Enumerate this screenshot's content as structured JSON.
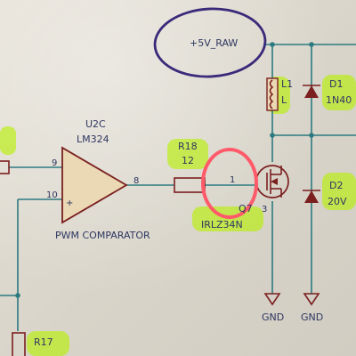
{
  "schematic": {
    "net_label": "+5V_RAW",
    "opamp": {
      "ref": "U2C",
      "value": "LM324",
      "pin_noninv": "9",
      "pin_inv": "10",
      "pin_out": "8",
      "caption": "PWM COMPARATOR"
    },
    "resistor_gate": {
      "ref": "R18",
      "value": "12"
    },
    "transistor": {
      "ref": "Q7",
      "value": "IRLZ34N",
      "pin_gate": "1",
      "pin_source": "3"
    },
    "inductor": {
      "ref": "L1",
      "value": "L"
    },
    "diode_top": {
      "ref": "D1",
      "value": "1N40"
    },
    "diode_bottom": {
      "ref": "D2",
      "value": "20V"
    },
    "resistor_bottom": {
      "ref": "R17"
    },
    "ground_labels": [
      "GND",
      "GND"
    ],
    "colors": {
      "paper": "#ddd9ce",
      "wire": "#2c7a80",
      "component": "#7b1f1f",
      "text": "#2e3660",
      "highlighter": "#b7f000",
      "pen_circle_purple": "#3a2a7a",
      "pen_circle_red": "#ff5a6a"
    }
  }
}
